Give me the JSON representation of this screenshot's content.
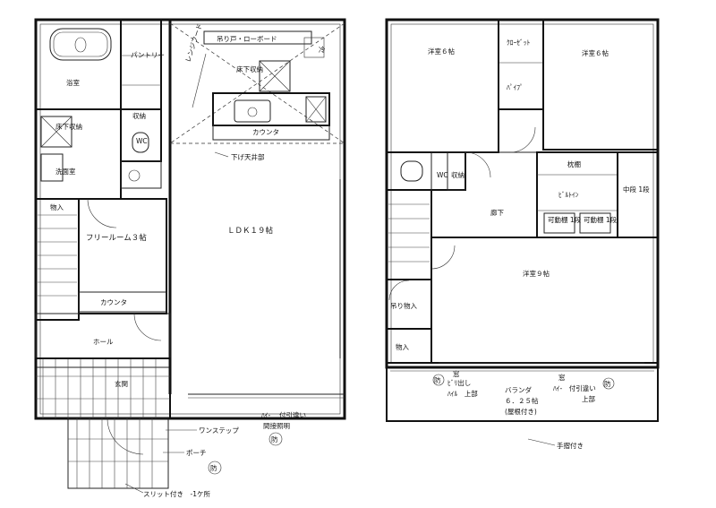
{
  "floor1": {
    "bath": "浴室",
    "pantry": "パントリー",
    "hanging_cupboard": "吊り戸・ローボード",
    "refrigerator": "冷",
    "underfloor_storage_kitchen": "床下収納",
    "range_hood": "レンジフード",
    "counter_kitchen": "カウンタ",
    "storage_wc": "収納",
    "underfloor_storage_wash": "床下収納",
    "wc": "WC",
    "lowered_ceiling": "下げ天井部",
    "washroom": "洗面室",
    "storage_stair": "物入",
    "free_room": "フリールーム３帖",
    "ldk": "ＬＤＫ１９帖",
    "counter_free_room": "カウンタ",
    "hall": "ホール",
    "entrance": "玄関",
    "sash_note_1": "ﾊｲ-",
    "sash_note_2": "付引違い",
    "sash_note_3": "間接照明",
    "sash_mark": "防",
    "one_step": "ワンステップ",
    "porch": "ポーチ",
    "porch_mark": "防",
    "slit_note": "スリット付き　-1ケ所"
  },
  "floor2": {
    "western1": "洋室６帖",
    "western2": "洋室６帖",
    "western3": "洋室９帖",
    "closet1": "ｸﾛｰｾﾞｯﾄ",
    "wc": "WC",
    "storage": "収納",
    "pole": "ﾊﾟｲﾌﾟ",
    "corridor": "廊下",
    "wardrobe": "枕棚",
    "walkin": "ﾋﾞﾙﾄｲﾝ",
    "hanger1": "可動棚\n1段",
    "hanger2": "可動棚\n1段",
    "storage_stair": "吊り物入",
    "small_storage": "物入",
    "middle_shelf": "中段\n1段",
    "balcony": "バランダ",
    "balcony_area": "６．２５帖",
    "balcony_sub": "(屋根付き)",
    "sash_left_1": "窓",
    "sash_left_2": "ﾋﾞﾘ出し",
    "sash_left_3": "ﾊｲﾙ　上部",
    "sash_right_1": "窓",
    "sash_right_2": "ﾊｲ-　付引違い",
    "sash_right_3": "上部",
    "mark_left": "防",
    "mark_right": "防",
    "hand_rail": "手摺付き"
  }
}
